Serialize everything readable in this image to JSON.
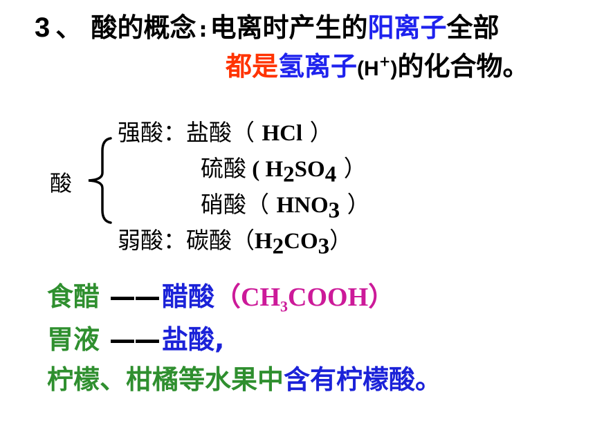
{
  "title": {
    "number": "3",
    "separator": "、",
    "label": "酸的概念",
    "colon": ":",
    "part1": "电离时产生的",
    "part2_blue": "阳离子",
    "part3": "全部",
    "line2_red": "都是",
    "line2_blue": "氢离子",
    "line2_paren_open": "(",
    "line2_ion": "H",
    "line2_ion_sup": "+",
    "line2_paren_close": ")",
    "line2_rest": "的化合物。"
  },
  "classification": {
    "root": "酸",
    "strong_label": "强酸：",
    "weak_label": "弱酸：",
    "items": [
      {
        "name": "盐酸",
        "open": "（ ",
        "formula": "HCl",
        "close": " ）"
      },
      {
        "name": "硫酸",
        "open": " ( ",
        "f1": "H",
        "s1": "2",
        "f2": "SO",
        "s2": "4",
        "close": " ）"
      },
      {
        "name": "硝酸",
        "open": "（ ",
        "f1": "HNO",
        "s1": "3",
        "close": " ）"
      },
      {
        "name": "碳酸",
        "open": "（",
        "f1": "H",
        "s1": "2",
        "f2": "CO",
        "s2": "3",
        "close": "）"
      }
    ]
  },
  "examples": {
    "line1_green": "食醋",
    "line1_dash": "——",
    "line1_blue": "醋酸",
    "line1_open": "（",
    "line1_f1": "CH",
    "line1_s1": "3",
    "line1_f2": "COOH",
    "line1_close": "）",
    "line2_green": "胃液",
    "line2_dash": "——",
    "line2_blue": "盐酸,",
    "line3_green": "柠檬、柑橘等水果中",
    "line3_blue": "含有柠檬酸。"
  },
  "colors": {
    "blue": "#1e22ee",
    "red": "#ff3300",
    "green": "#2f8f2f",
    "magenta": "#cc1a99",
    "black": "#000000"
  }
}
